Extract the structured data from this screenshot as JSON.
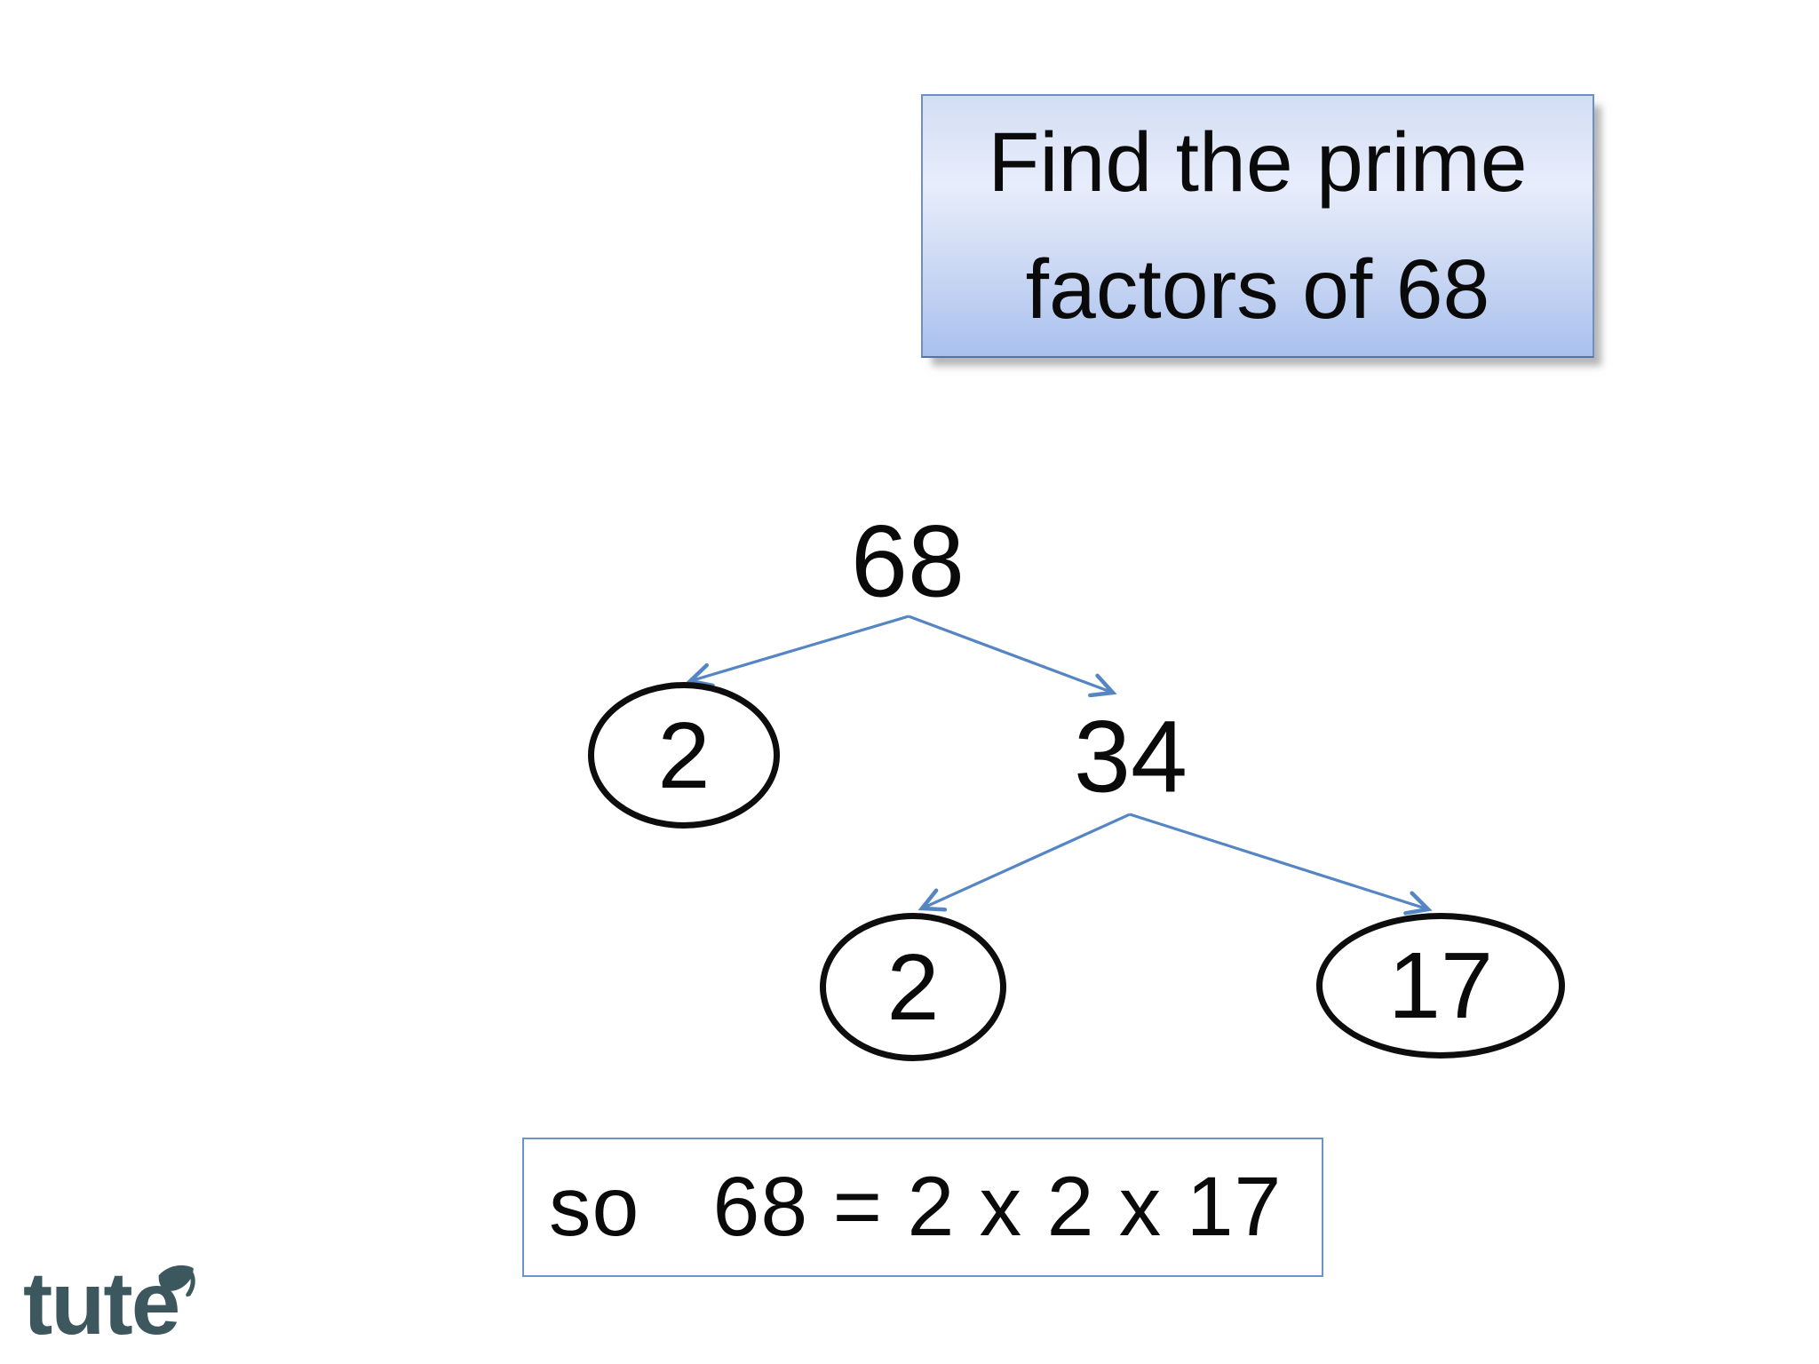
{
  "slide": {
    "background": "#ffffff"
  },
  "title_box": {
    "line1": "Find the prime",
    "line2": "factors of 68",
    "fill_top": "#e7edfb",
    "fill_bottom": "#a9c0ee",
    "border_color": "#6e8fc4",
    "text_color": "#0a0a0a"
  },
  "factor_tree": {
    "root": "68",
    "branch_left": "2",
    "branch_right": "34",
    "branch_right_left": "2",
    "branch_right_right": "17",
    "arrow_color": "#5586c3",
    "circle_stroke_color": "#0d0d0d"
  },
  "equation_box": {
    "text": "so   68 = 2 x 2 x 17",
    "border_color": "#6c93ca"
  },
  "logo": {
    "word_start": "tut",
    "word_end": "e",
    "color": "#3c585e"
  }
}
